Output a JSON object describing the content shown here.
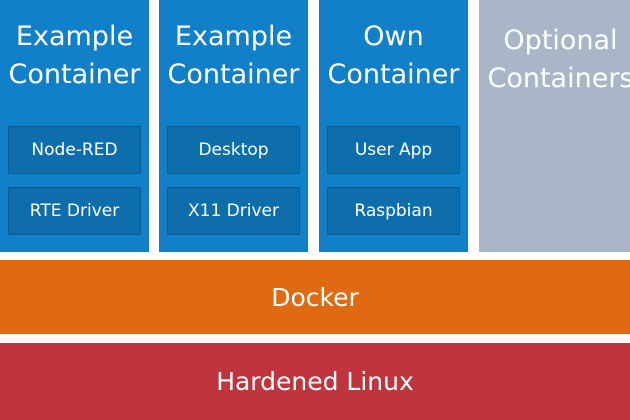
{
  "colors": {
    "container_blue": "#1280c8",
    "inner_blue": "#0e6dab",
    "optional_gray": "#a9b6c8",
    "docker_orange": "#df6a12",
    "linux_red": "#c0343d"
  },
  "columns": [
    {
      "title_line1": "Example",
      "title_line2": "Container",
      "items": [
        "Node-RED",
        "RTE Driver"
      ]
    },
    {
      "title_line1": "Example",
      "title_line2": "Container",
      "items": [
        "Desktop",
        "X11 Driver"
      ]
    },
    {
      "title_line1": "Own",
      "title_line2": "Container",
      "items": [
        "User App",
        "Raspbian"
      ]
    },
    {
      "title_line1": "Optional",
      "title_line2": "Containers",
      "items": []
    }
  ],
  "layers": {
    "docker": "Docker",
    "linux": "Hardened Linux"
  }
}
